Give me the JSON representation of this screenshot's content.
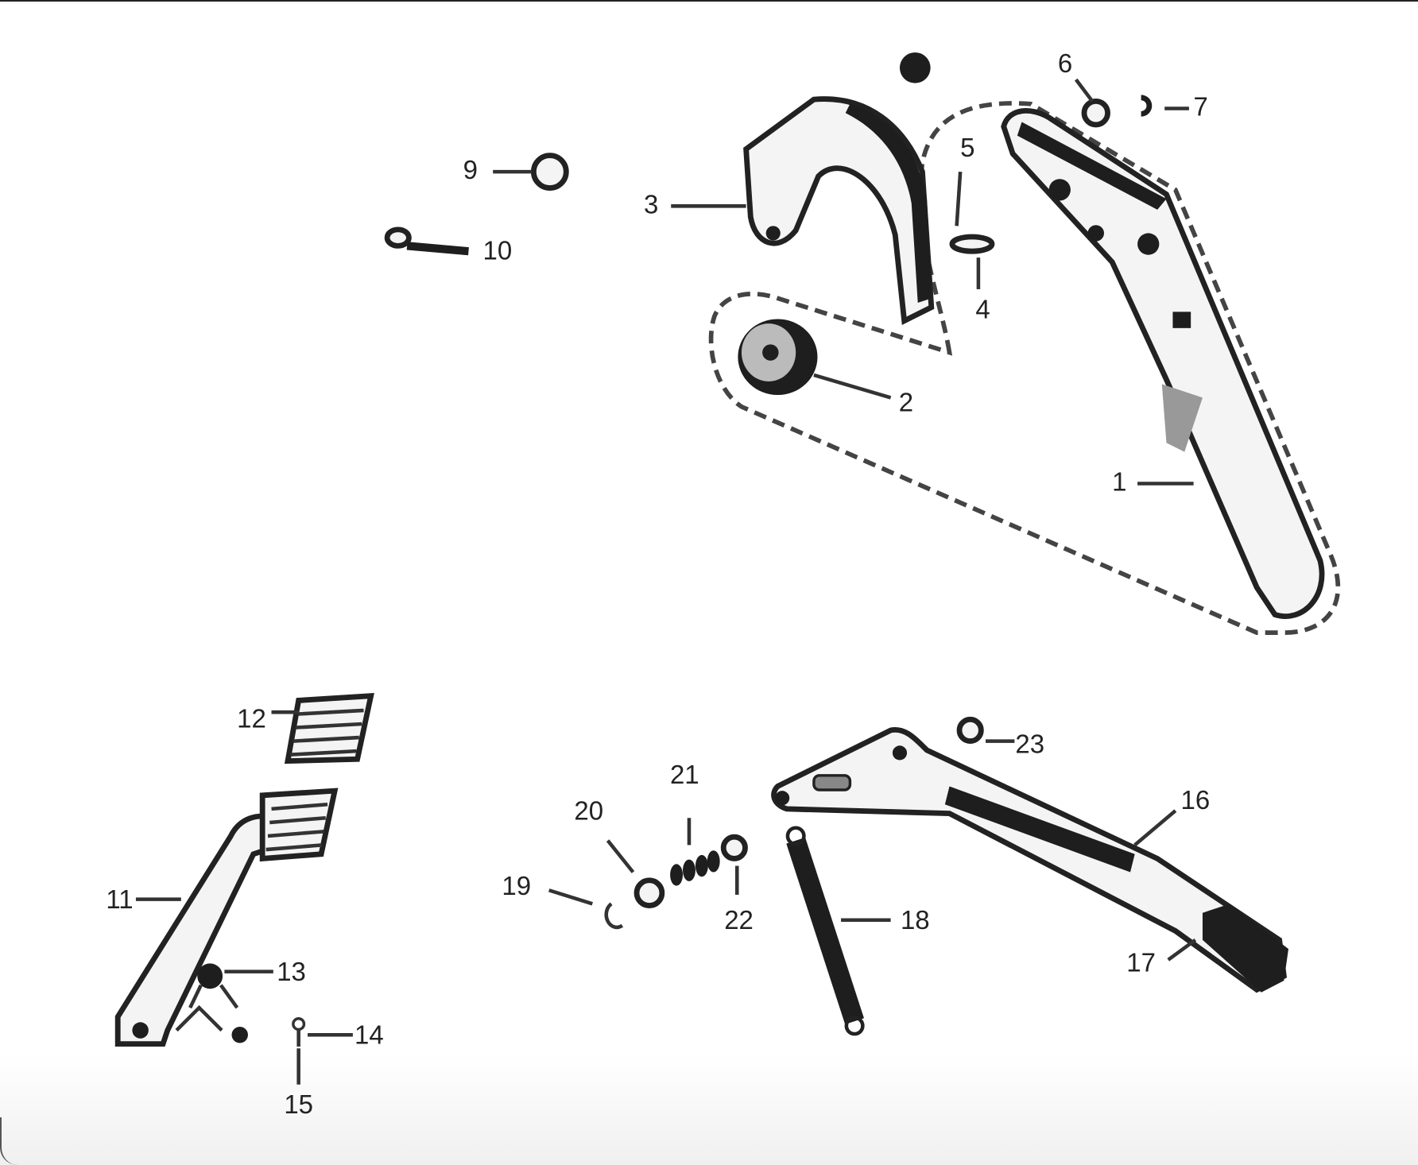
{
  "diagram": {
    "type": "exploded parts diagram",
    "callouts": [
      "1",
      "2",
      "3",
      "4",
      "5",
      "6",
      "7",
      "9",
      "10",
      "11",
      "12",
      "13",
      "14",
      "15",
      "16",
      "17",
      "18",
      "19",
      "20",
      "21",
      "22",
      "23"
    ]
  },
  "colors": {
    "line": "#222222",
    "background": "#ffffff"
  }
}
